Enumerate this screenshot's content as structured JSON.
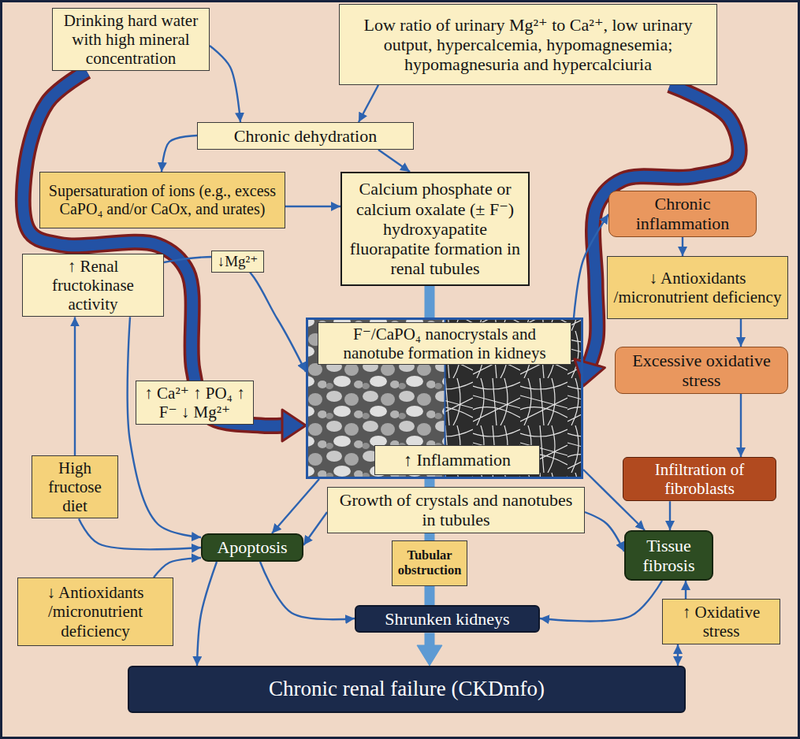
{
  "diagram": {
    "nodes": [
      {
        "text": [
          "Drinking hard water with high mineral concentration"
        ]
      },
      {
        "text": [
          "Low ratio of urinary Mg²⁺ to Ca²⁺, low urinary output, hypercalcemia, hypomagnesemia; hypomagnesuria and hypercalciuria"
        ]
      },
      {
        "text": [
          "Chronic dehydration"
        ]
      },
      {
        "text": [
          "Supersaturation of ions (e.g., excess CaPO₄ and/or CaOx, and urates)"
        ]
      },
      {
        "text": [
          "Calcium phosphate or calcium oxalate (± F⁻) hydroxyapatite fluorapatite formation in renal tubules"
        ]
      },
      {
        "text": [
          "Chronic inflammation"
        ]
      },
      {
        "text": [
          "↓ Antioxidants /micronutrient deficiency"
        ]
      },
      {
        "text": [
          "↑ Renal fructokinase activity"
        ]
      },
      {
        "text": [
          "F⁻/CaPO₄ nanocrystals and nanotube formation in kidneys"
        ]
      },
      {
        "text": [
          "↑ Inflammation"
        ],
        "in": 8
      },
      {
        "text": [
          "Excessive oxidative stress"
        ]
      },
      {
        "text": [
          "Infiltration of fibroblasts"
        ]
      },
      {
        "text": [
          "High fructose diet"
        ]
      },
      {
        "text": [
          "Growth of crystals and nanotubes in tubules"
        ]
      },
      {
        "text": [
          "Apoptosis"
        ]
      },
      {
        "text": [
          "Tubular obstruction"
        ]
      },
      {
        "text": [
          "Tissue fibrosis"
        ]
      },
      {
        "text": [
          "↓ Antioxidants /micronutrient deficiency"
        ]
      },
      {
        "text": [
          "↑ Oxidative stress"
        ]
      },
      {
        "text": [
          "Shrunken kidneys"
        ]
      },
      {
        "text": [
          "Chronic renal failure (CKDmfo)"
        ]
      }
    ],
    "edges": [
      {
        "from": 0,
        "to": 2,
        "arrow": "to"
      },
      {
        "from": 1,
        "to": 2,
        "arrow": "to"
      },
      {
        "from": 2,
        "to": 3,
        "arrow": "to"
      },
      {
        "from": 2,
        "to": 4,
        "arrow": "to"
      },
      {
        "from": 3,
        "to": 4,
        "arrow": "to"
      },
      {
        "from": 0,
        "to": 8,
        "label": "↑ Ca²⁺ ↑ PO₄ ↑ F⁻ ↓ Mg²⁺",
        "arrow": "to"
      },
      {
        "from": 1,
        "to": 8,
        "arrow": "to"
      },
      {
        "from": 7,
        "to": 8,
        "label": "↓Mg²⁺",
        "arrow": "to"
      },
      {
        "from": 4,
        "to": 8,
        "arrow": "none"
      },
      {
        "from": 8,
        "to": 13,
        "arrow": "none"
      },
      {
        "from": 13,
        "to": 15,
        "arrow": "none"
      },
      {
        "from": 15,
        "to": 19,
        "arrow": "none"
      },
      {
        "from": 19,
        "to": 20,
        "arrow": "to"
      },
      {
        "from": 8,
        "to": 5,
        "arrow": "to"
      },
      {
        "from": 5,
        "to": 6,
        "arrow": "to"
      },
      {
        "from": 6,
        "to": 10,
        "arrow": "to"
      },
      {
        "from": 10,
        "to": 11,
        "arrow": "to"
      },
      {
        "from": 11,
        "to": 16,
        "arrow": "to"
      },
      {
        "from": 12,
        "to": 7,
        "arrow": "to"
      },
      {
        "from": 7,
        "to": 14,
        "arrow": "to"
      },
      {
        "from": 12,
        "to": 14,
        "arrow": "to"
      },
      {
        "from": 8,
        "to": 14,
        "arrow": "to"
      },
      {
        "from": 13,
        "to": 14,
        "arrow": "to"
      },
      {
        "from": 13,
        "to": 16,
        "arrow": "to"
      },
      {
        "from": 8,
        "to": 16,
        "arrow": "to"
      },
      {
        "from": 17,
        "to": 14,
        "arrow": "to"
      },
      {
        "from": 14,
        "to": 19,
        "arrow": "to"
      },
      {
        "from": 14,
        "to": 20,
        "arrow": "to"
      },
      {
        "from": 16,
        "to": 19,
        "arrow": "to"
      },
      {
        "from": 18,
        "to": 16,
        "arrow": "to"
      },
      {
        "from": 18,
        "to": 20,
        "arrow": "both"
      }
    ]
  }
}
